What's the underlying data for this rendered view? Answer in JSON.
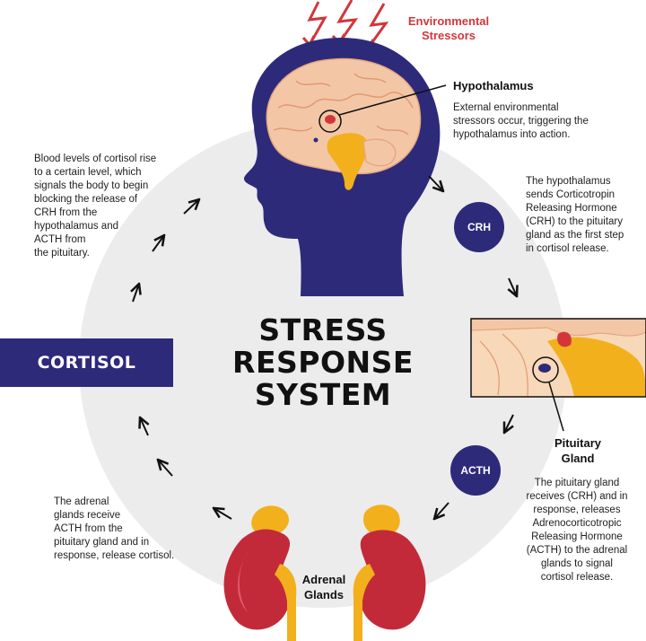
{
  "title": {
    "line1": "STRESS",
    "line2": "RESPONSE",
    "line3": "SYSTEM"
  },
  "stressors": {
    "line1": "Environmental",
    "line2": "Stressors"
  },
  "hypothalamus": {
    "label": "Hypothalamus",
    "description": [
      "External environmental",
      "stressors occur, triggering the",
      "hypothalamus into action."
    ]
  },
  "crh": {
    "badge": "CRH",
    "description": [
      "The hypothalamus",
      "sends Corticotropin",
      "Releasing Hormone",
      "(CRH) to the pituitary",
      "gland as the first step",
      "in cortisol release."
    ]
  },
  "pituitary": {
    "label_line1": "Pituitary",
    "label_line2": "Gland",
    "description": [
      "The pituitary gland",
      "receives (CRH) and in",
      "response, releases",
      "Adrenocorticotropic",
      "Releasing Hormone",
      "(ACTH) to the adrenal",
      "glands to signal",
      "cortisol release."
    ]
  },
  "acth": {
    "badge": "ACTH"
  },
  "adrenal": {
    "label_line1": "Adrenal",
    "label_line2": "Glands",
    "description": [
      "The adrenal",
      "glands receive",
      "ACTH from the",
      "pituitary gland and in",
      "response, release cortisol."
    ]
  },
  "cortisol": {
    "label": "CORTISOL",
    "description": [
      "Blood levels of cortisol rise",
      "to a certain level, which",
      "signals the body to begin",
      "blocking the release of",
      "CRH from the",
      "hypothalamus and",
      "ACTH from",
      "the pituitary."
    ]
  },
  "colors": {
    "navy": "#2e2a7a",
    "red": "#d2363b",
    "brain": "#f3c7a6",
    "kidney": "#c22a3a",
    "adrenal_yellow": "#f2b01c",
    "circle_bg": "#ececed"
  }
}
